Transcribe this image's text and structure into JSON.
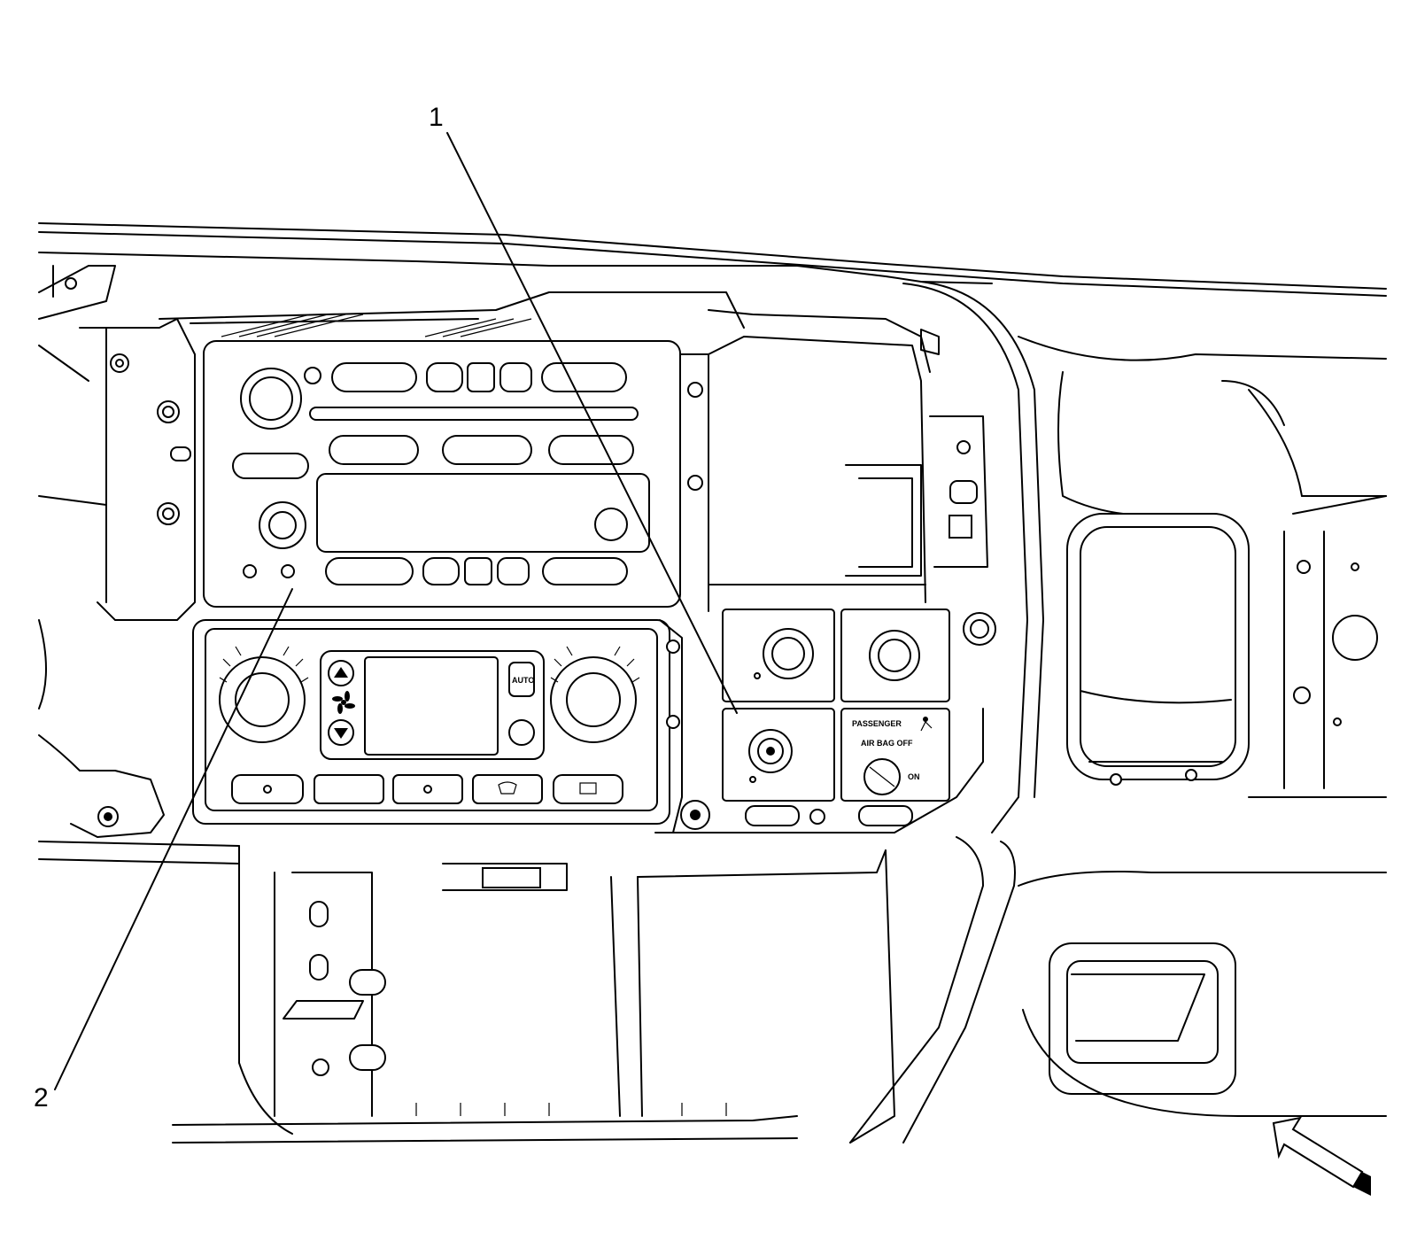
{
  "callouts": [
    {
      "id": "1",
      "label": "1"
    },
    {
      "id": "2",
      "label": "2"
    }
  ],
  "switch_panel": {
    "line1": "PASSENGER",
    "line2": "AIR BAG OFF",
    "on_label": "ON"
  },
  "hvac": {
    "auto_label": "AUTO"
  },
  "colors": {
    "ink": "#000000",
    "paper": "#ffffff"
  },
  "icons": [
    "view-direction-arrow-icon",
    "fan-icon",
    "defrost-icon",
    "airbag-passenger-icon"
  ]
}
